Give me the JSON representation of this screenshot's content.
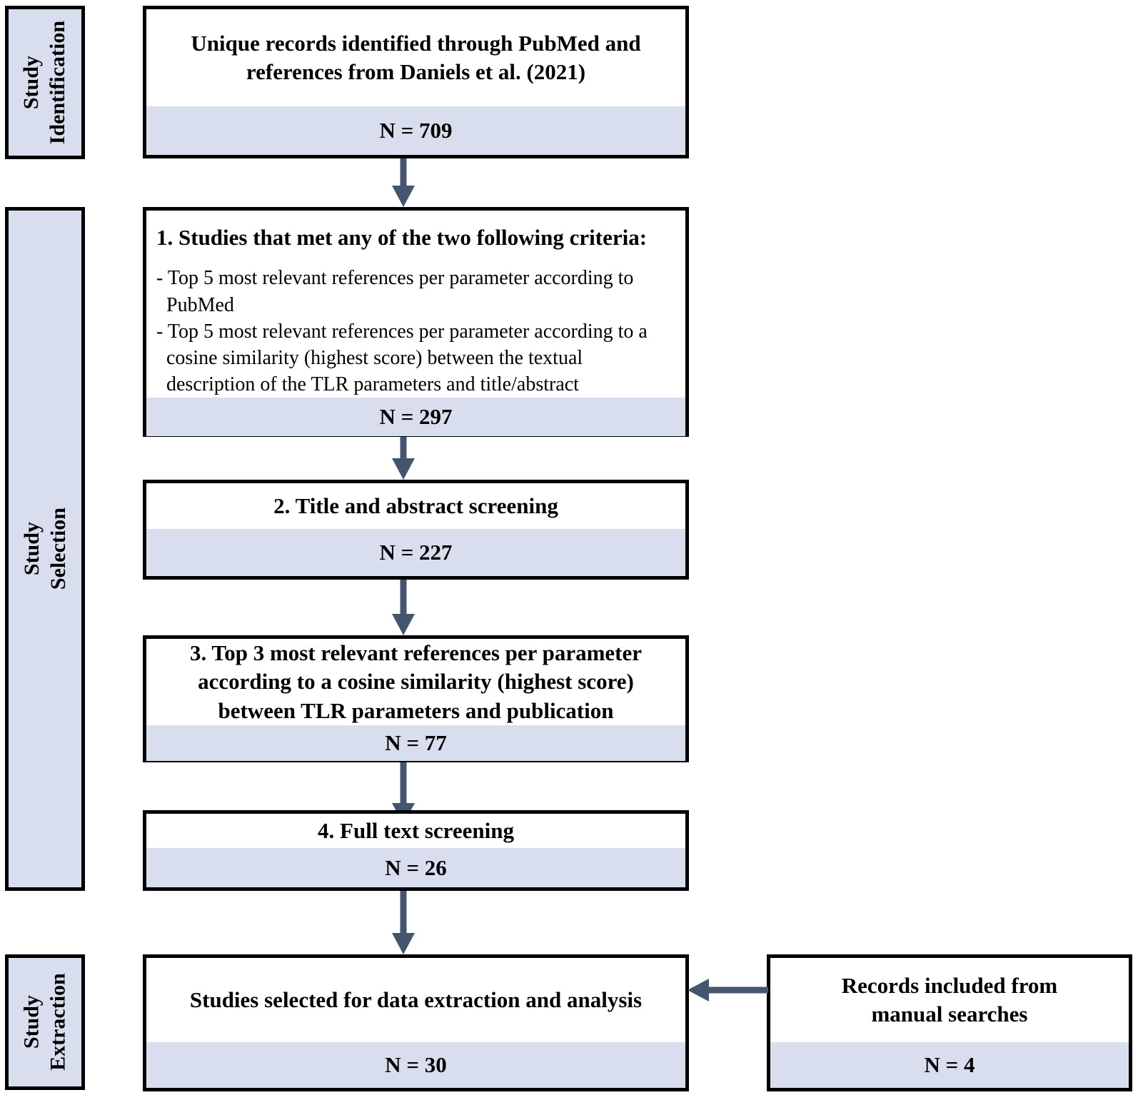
{
  "figure": {
    "type": "prisma-flow-diagram",
    "accent_fill": "#d9deef",
    "arrow_color": "#44566d",
    "border_color": "#000000"
  },
  "stages": [
    {
      "id": "identification",
      "label_line1": "Study",
      "label_line2": "Identification"
    },
    {
      "id": "selection",
      "label_line1": "Study",
      "label_line2": "Selection"
    },
    {
      "id": "extraction",
      "label_line1": "Study",
      "label_line2": "Extraction"
    }
  ],
  "nodes": {
    "records_identified": {
      "title_line1": "Unique records identified through PubMed and",
      "title_line2": "references from Daniels et al. (2021)",
      "n_label": "N = 709"
    },
    "criteria": {
      "title": "1. Studies that met any of the two following criteria:",
      "bullets": [
        "- Top 5 most relevant references per parameter according to PubMed",
        "- Top 5 most relevant references per parameter according to a cosine similarity (highest score) between the textual description of the TLR parameters and title/abstract"
      ],
      "n_label": "N = 297"
    },
    "title_abstract_screening": {
      "title": "2. Title and abstract screening",
      "n_label": "N = 227"
    },
    "top3_references": {
      "title_line1": "3. Top 3 most relevant references per parameter",
      "title_line2": "according to a cosine similarity (highest score)",
      "title_line3": "between TLR parameters and publication",
      "n_label": "N = 77"
    },
    "full_text_screening": {
      "title": "4. Full text screening",
      "n_label": "N = 26"
    },
    "selected_studies": {
      "title": "Studies selected for data extraction and analysis",
      "n_label": "N = 30"
    },
    "manual_searches": {
      "title_line1": "Records included from",
      "title_line2": "manual searches",
      "n_label": "N = 4"
    }
  },
  "chart_data": {
    "type": "diagram",
    "title": "PRISMA study selection flow",
    "stages": [
      "Study Identification",
      "Study Selection",
      "Study Extraction"
    ],
    "steps": [
      {
        "step": 0,
        "stage": "Study Identification",
        "label": "Unique records identified through PubMed and references from Daniels et al. (2021)",
        "n": 709
      },
      {
        "step": 1,
        "stage": "Study Selection",
        "label": "1. Studies that met any of the two following criteria",
        "n": 297
      },
      {
        "step": 2,
        "stage": "Study Selection",
        "label": "2. Title and abstract screening",
        "n": 227
      },
      {
        "step": 3,
        "stage": "Study Selection",
        "label": "3. Top 3 most relevant references per parameter according to a cosine similarity (highest score) between TLR parameters and publication",
        "n": 77
      },
      {
        "step": 4,
        "stage": "Study Selection",
        "label": "4. Full text screening",
        "n": 26
      },
      {
        "step": 5,
        "stage": "Study Extraction",
        "label": "Studies selected for data extraction and analysis",
        "n": 30
      }
    ],
    "side_inputs": [
      {
        "into_step": 5,
        "label": "Records included from manual searches",
        "n": 4
      }
    ],
    "edges": [
      {
        "from": "records_identified",
        "to": "criteria",
        "direction": "down"
      },
      {
        "from": "criteria",
        "to": "title_abstract_screening",
        "direction": "down"
      },
      {
        "from": "title_abstract_screening",
        "to": "top3_references",
        "direction": "down"
      },
      {
        "from": "top3_references",
        "to": "full_text_screening",
        "direction": "down"
      },
      {
        "from": "full_text_screening",
        "to": "selected_studies",
        "direction": "down"
      },
      {
        "from": "manual_searches",
        "to": "selected_studies",
        "direction": "left"
      }
    ]
  }
}
